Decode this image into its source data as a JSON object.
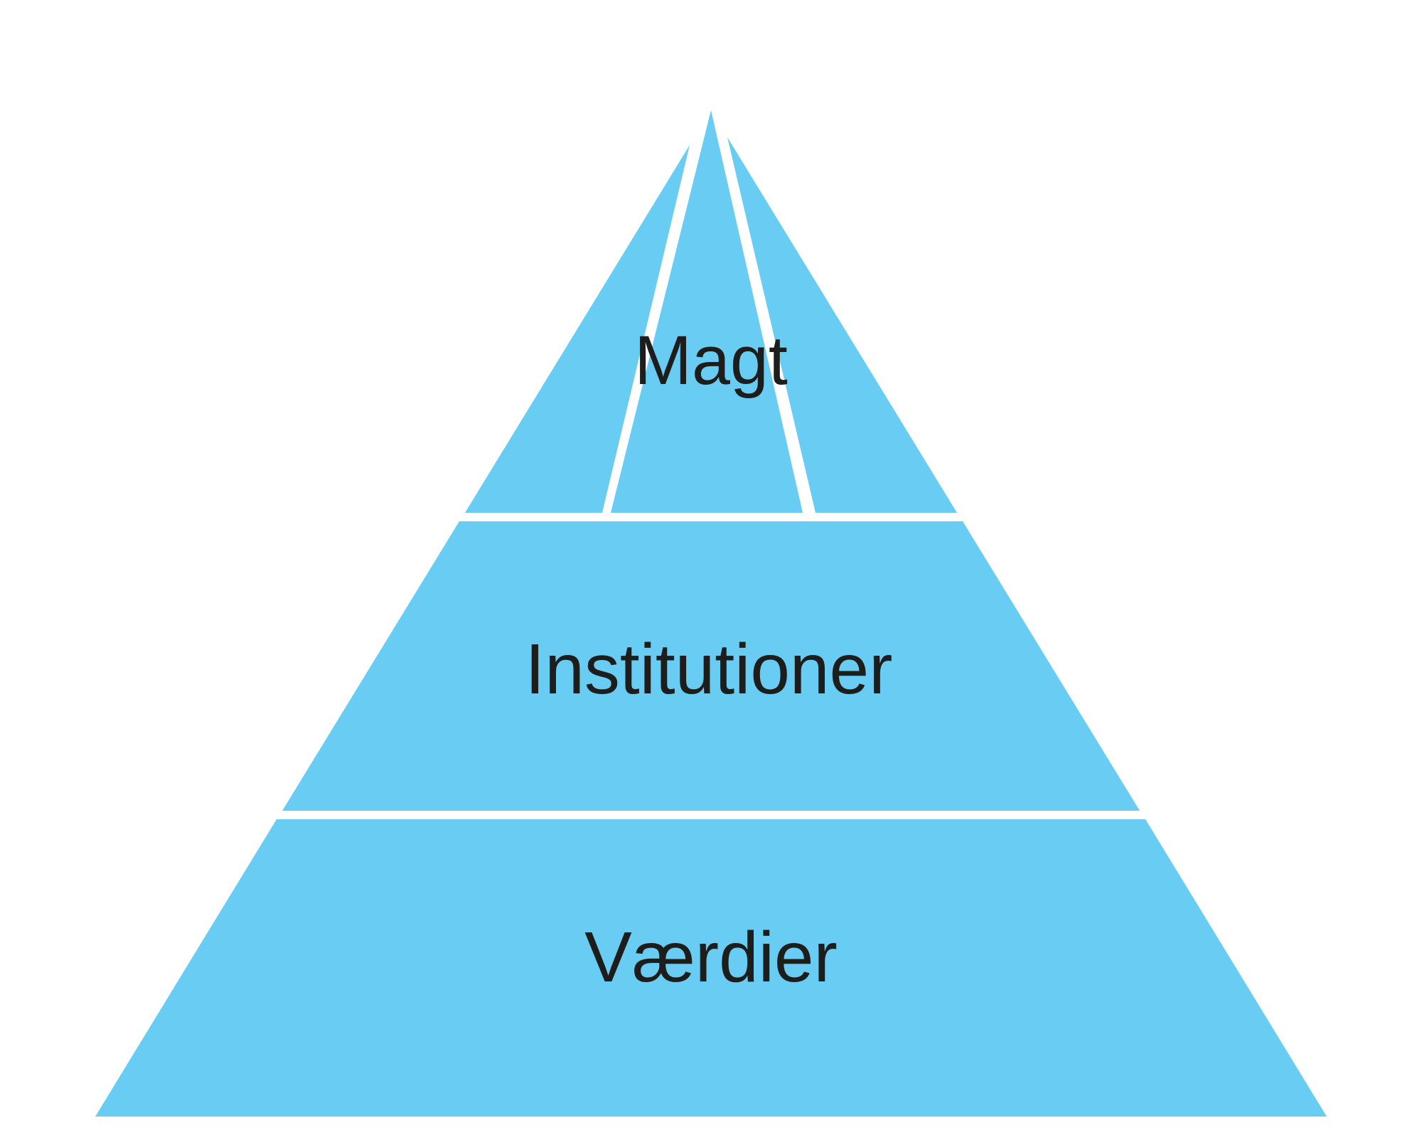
{
  "diagram": {
    "type": "pyramid",
    "description": "Three-level pyramid diagram, top level split into three wedges by diagonal divider lines",
    "levels": [
      {
        "position": "top",
        "label": "Magt"
      },
      {
        "position": "middle",
        "label": "Institutioner"
      },
      {
        "position": "bottom",
        "label": "Værdier"
      }
    ],
    "colors": {
      "segment_fill": "#69CCF3",
      "divider": "#FFFFFF",
      "label_text": "#1D1D1B",
      "background": "#FFFFFF"
    }
  }
}
